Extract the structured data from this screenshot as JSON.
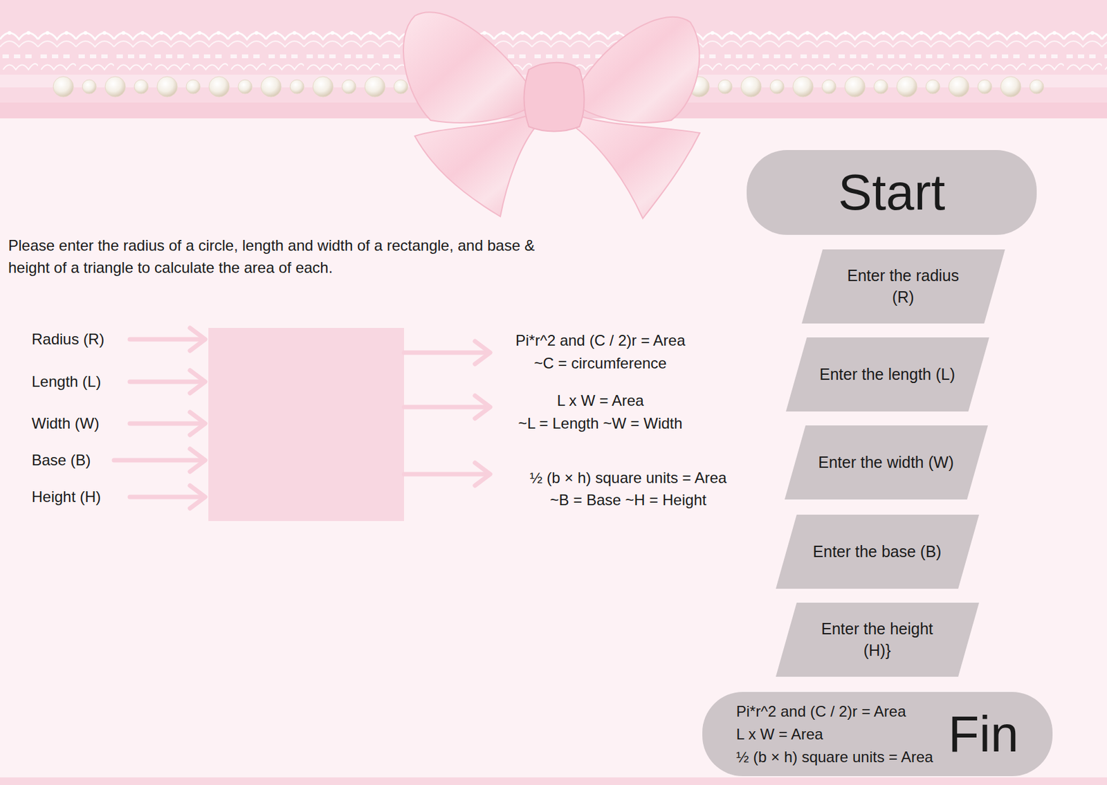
{
  "diagram": {
    "nodes": [
      {
        "text": [
          "Start"
        ]
      },
      {
        "text": [
          "Enter the radius (R)"
        ]
      },
      {
        "text": [
          "Enter the length (L)"
        ]
      },
      {
        "text": [
          "Enter the width (W)"
        ]
      },
      {
        "text": [
          "Enter the base (B)"
        ]
      },
      {
        "text": [
          "Enter the height (H)}"
        ]
      },
      {
        "text": [
          "Pi*r^2 and (C / 2)r = Area",
          "L x W = Area",
          "½ (b × h) square units = Area",
          "Fin"
        ]
      }
    ],
    "labels": [
      "Please enter the radius of a circle, length and width of a rectangle, and base & height of a triangle to calculate the area of each.",
      "Radius (R)",
      "Length (L)",
      "Width (W)",
      "Base (B)",
      "Height (H)",
      "Pi*r^2 and (C / 2)r = Area",
      "~C = circumference",
      "L x W = Area",
      "~L = Length ~W = Width",
      "½ (b × h) square units = Area",
      "~B = Base ~H = Height"
    ]
  }
}
